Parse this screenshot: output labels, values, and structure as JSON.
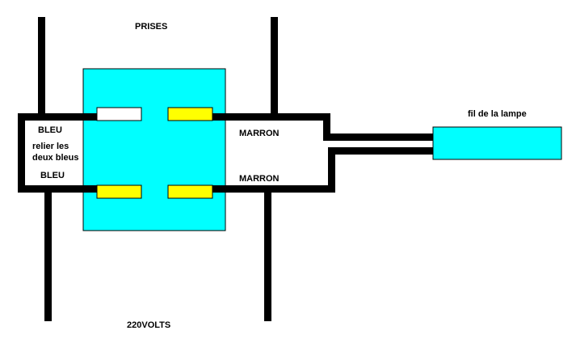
{
  "labels": {
    "prises": "PRISES",
    "bleu_top": "BLEU",
    "relier_line1": "relier les",
    "relier_line2": "deux bleus",
    "bleu_bottom": "BLEU",
    "marron_top": "MARRON",
    "marron_bottom": "MARRON",
    "fil_lampe": "fil de la lampe",
    "volts": "220VOLTS"
  },
  "colors": {
    "block": "#00ffff",
    "terminal_yellow": "#ffff00",
    "terminal_white": "#ffffff",
    "wire": "#000000"
  }
}
